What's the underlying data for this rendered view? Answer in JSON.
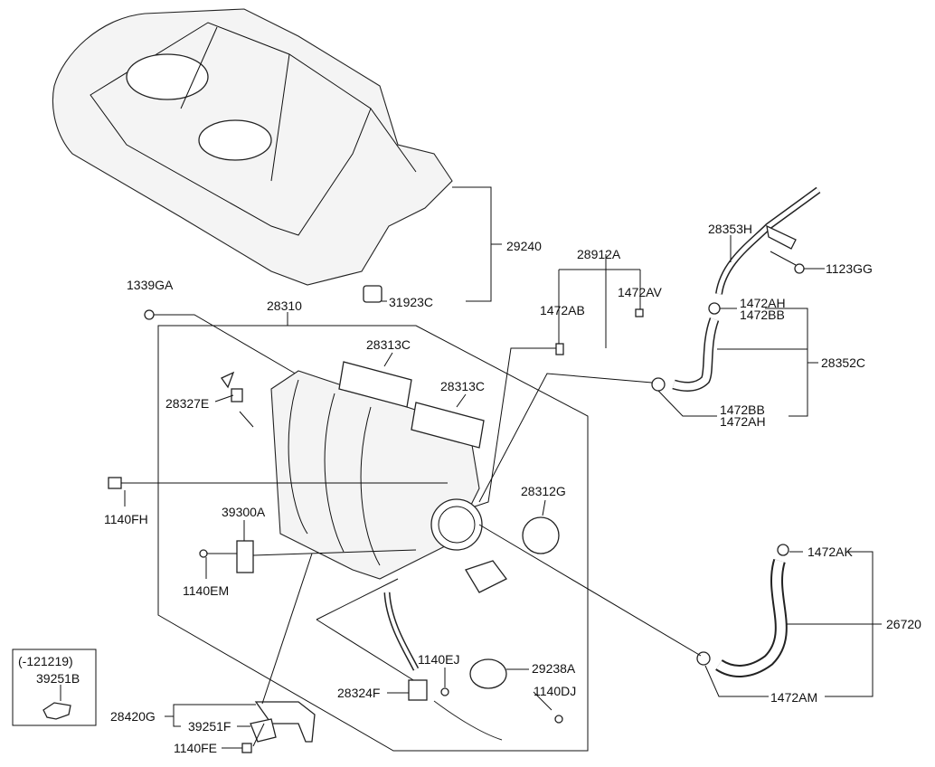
{
  "labels": {
    "cover": "29240",
    "cover_grommet": "31923C",
    "hose_assy_a": "28912A",
    "clamp_ab": "1472AB",
    "clamp_av": "1472AV",
    "pipe_h": "28353H",
    "bolt_gg": "1123GG",
    "clamp_ah_top": "1472AH",
    "clamp_bb_top": "1472BB",
    "hose_c": "28352C",
    "clamp_bb_bottom": "1472BB",
    "clamp_ah_bottom": "1472AH",
    "bolt_ga": "1339GA",
    "manifold": "28310",
    "gasket_1": "28313C",
    "gasket_2": "28313C",
    "cap_e": "28327E",
    "bolt_fh": "1140FH",
    "sensor": "39300A",
    "bolt_em": "1140EM",
    "gasket_g": "28312G",
    "clamp_ak": "1472AK",
    "hose_26720": "26720",
    "clamp_am": "1472AM",
    "bolt_ej": "1140EJ",
    "actuator": "29238A",
    "valve_f": "28324F",
    "bolt_dj": "1140DJ",
    "bracket_g": "28420G",
    "bracket_f": "39251F",
    "bolt_fe": "1140FE"
  },
  "inset": {
    "note": "(-121219)",
    "part": "39251B"
  }
}
